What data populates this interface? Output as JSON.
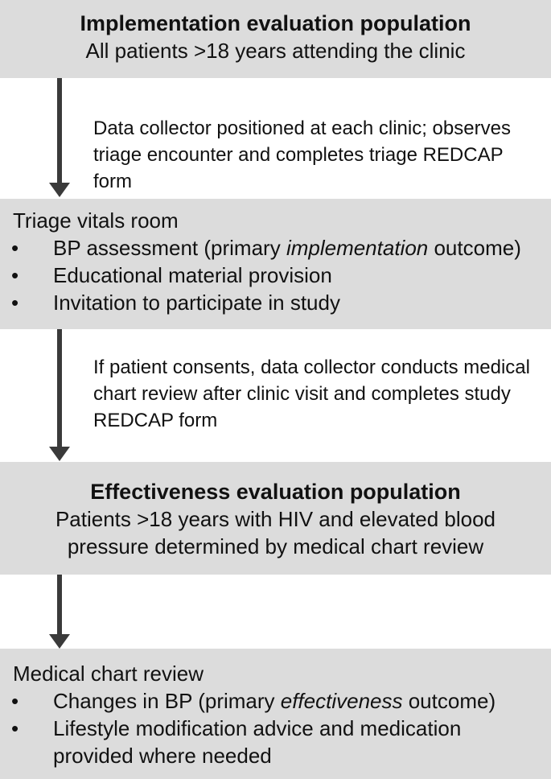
{
  "box1": {
    "title": "Implementation evaluation population",
    "subtitle": "All patients >18 years attending the clinic"
  },
  "note1": {
    "line1": "Data collector positioned at each clinic; observes",
    "line2": "triage encounter and completes triage REDCAP form"
  },
  "box2": {
    "heading": "Triage vitals room",
    "bullets": [
      {
        "before": "BP assessment (primary ",
        "emphasis": "implementation",
        "after": " outcome)"
      },
      {
        "before": "Educational material provision",
        "emphasis": "",
        "after": ""
      },
      {
        "before": "Invitation to participate in study",
        "emphasis": "",
        "after": ""
      }
    ]
  },
  "note2": {
    "line1": "If patient consents, data collector conducts medical",
    "line2": "chart review after clinic visit and completes study",
    "line3": "REDCAP form"
  },
  "box3": {
    "title": "Effectiveness evaluation population",
    "subtitle_line1": "Patients >18 years with HIV and elevated blood",
    "subtitle_line2": "pressure determined by medical chart review"
  },
  "box4": {
    "heading": "Medical chart review",
    "bullets": [
      {
        "before": "Changes in BP (primary ",
        "emphasis": "effectiveness",
        "after": " outcome)"
      },
      {
        "line1": "Lifestyle modification advice and medication",
        "line2": "provided where needed"
      }
    ]
  },
  "bullet_glyph": "•",
  "colors": {
    "box_fill": "#dcdcdc",
    "arrow": "#3a3a3a",
    "text": "#111111"
  }
}
